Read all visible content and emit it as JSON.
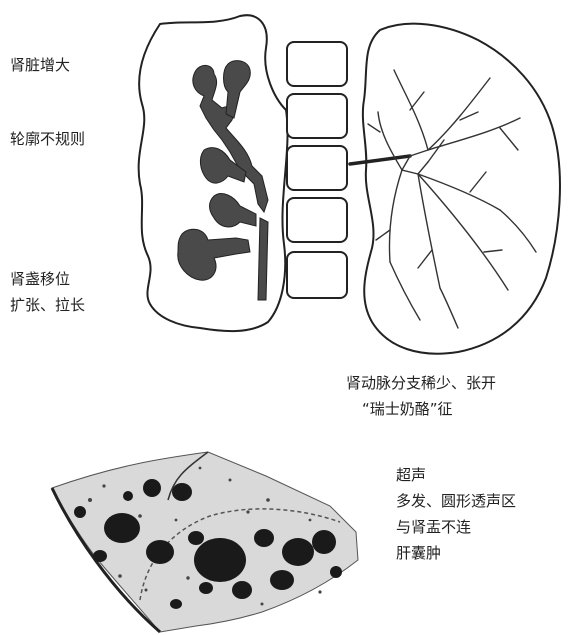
{
  "labels": {
    "enlarged": "肾脏增大",
    "irregular": "轮廓不规则",
    "pelvis_line1": "肾盏移位",
    "pelvis_line2": "扩张、拉长",
    "artery_line1": "肾动脉分支稀少、张开",
    "artery_line2": "“瑞士奶酪”征",
    "us_line1": "超声",
    "us_line2": "多发、圆形透声区",
    "us_line3": "与肾盂不连",
    "us_line4": "肝囊肿"
  }
}
